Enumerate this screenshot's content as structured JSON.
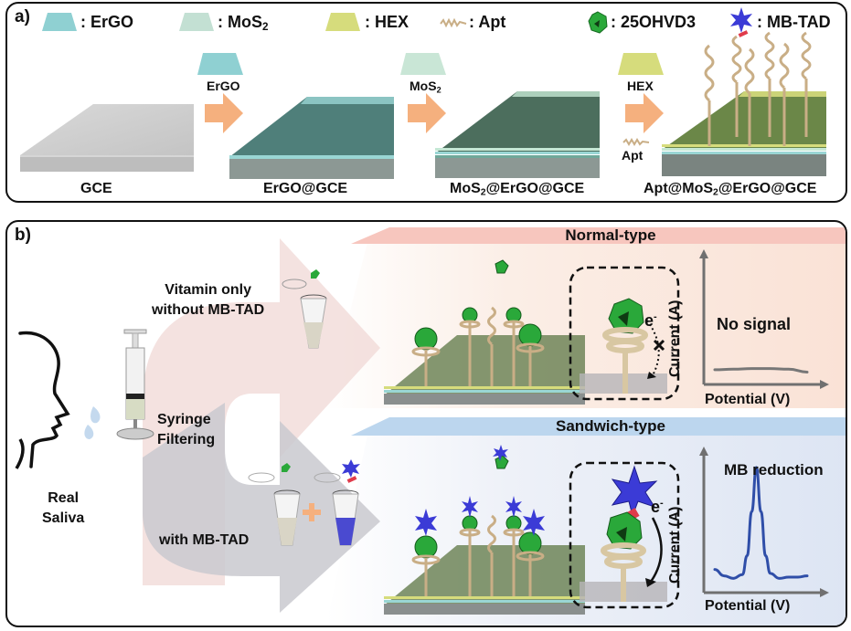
{
  "panel_a": {
    "label": "a)",
    "legend": [
      {
        "icon": "ergo-layer-icon",
        "color": "#8fd0d2",
        "text": ": ErGO"
      },
      {
        "icon": "mos2-layer-icon",
        "color": "#c3e0d3",
        "text_main": ": MoS",
        "text_sub": "2"
      },
      {
        "icon": "hex-layer-icon",
        "color": "#d6dc7c",
        "text": ": HEX"
      },
      {
        "icon": "aptamer-icon",
        "color": "#c9ae86",
        "text": ": Apt"
      },
      {
        "icon": "25ohvd3-molecule-icon",
        "color": "#2aa83a",
        "text": ": 25OHVD3"
      },
      {
        "icon": "mb-tad-star-icon",
        "color": "#3b3bd6",
        "text": ": MB-TAD"
      }
    ],
    "steps": [
      {
        "label": "GCE"
      },
      {
        "label": "ErGO@GCE"
      },
      {
        "label_parts": [
          "MoS",
          "2",
          "@ErGO@GCE"
        ]
      },
      {
        "label_parts": [
          "Apt@MoS",
          "2",
          "@ErGO@GCE"
        ]
      }
    ],
    "arrows": [
      {
        "reagent": "ErGO",
        "color": "#8fd0d2"
      },
      {
        "reagent_main": "MoS",
        "reagent_sub": "2",
        "color": "#c9e6d6"
      },
      {
        "reagent": "HEX",
        "second": "Apt",
        "color": "#d6dc7c"
      }
    ],
    "arrow_color": "#f5b07e"
  },
  "panel_b": {
    "label": "b)",
    "source_label_1": "Real",
    "source_label_2": "Saliva",
    "process_label_1": "Syringe",
    "process_label_2": "Filtering",
    "branch_top_1": "Vitamin only",
    "branch_top_2": "without MB-TAD",
    "branch_bottom": "with MB-TAD",
    "normal": {
      "title": "Normal-type",
      "electron": "e",
      "electron_sup": "-",
      "plot": {
        "ylabel": "Current (A)",
        "xlabel": "Potential (V)",
        "annotation": "No signal"
      },
      "colors": {
        "header": "#f7c6be",
        "bg": "#fbe6dc"
      }
    },
    "sandwich": {
      "title": "Sandwich-type",
      "electron": "e",
      "electron_sup": "-",
      "plot": {
        "ylabel": "Current (A)",
        "xlabel": "Potential (V)",
        "annotation": "MB reduction"
      },
      "colors": {
        "header": "#bcd6ee",
        "bg": "#e4ebf6"
      }
    }
  },
  "chart_data": [
    {
      "type": "line",
      "title": "No signal",
      "xlabel": "Potential (V)",
      "ylabel": "Current (A)",
      "x": [
        0,
        0.2,
        0.4,
        0.6,
        0.8,
        1.0
      ],
      "series": [
        {
          "name": "Normal-type",
          "values": [
            0.08,
            0.085,
            0.09,
            0.09,
            0.085,
            0.06
          ]
        }
      ],
      "xlim": [
        0,
        1
      ],
      "ylim": [
        0,
        1
      ],
      "line_color": "#777777"
    },
    {
      "type": "line",
      "title": "MB reduction",
      "xlabel": "Potential (V)",
      "ylabel": "Current (A)",
      "x": [
        0,
        0.1,
        0.2,
        0.3,
        0.35,
        0.4,
        0.45,
        0.5,
        0.55,
        0.6,
        0.7,
        0.8,
        0.9,
        1.0
      ],
      "series": [
        {
          "name": "Sandwich-type",
          "values": [
            0.14,
            0.09,
            0.07,
            0.1,
            0.25,
            0.6,
            0.95,
            0.6,
            0.25,
            0.11,
            0.07,
            0.08,
            0.08,
            0.09
          ]
        }
      ],
      "xlim": [
        0,
        1
      ],
      "ylim": [
        0,
        1
      ],
      "line_color": "#2f4ea8"
    }
  ]
}
